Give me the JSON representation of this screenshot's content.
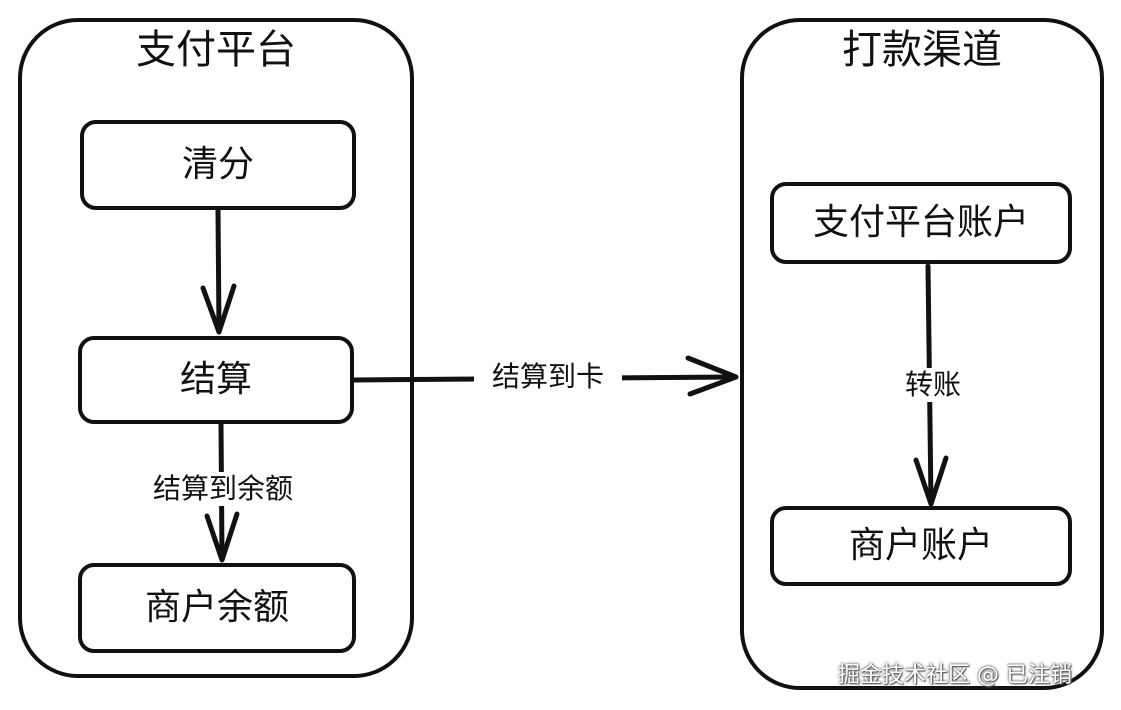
{
  "containers": {
    "left": {
      "title": "支付平台"
    },
    "right": {
      "title": "打款渠道"
    }
  },
  "nodes": {
    "clearing": "清分",
    "settlement": "结算",
    "merchant_balance": "商户余额",
    "platform_account": "支付平台账户",
    "merchant_account": "商户账户"
  },
  "edges": {
    "settle_to_balance": "结算到余额",
    "settle_to_card": "结算到卡",
    "transfer": "转账"
  },
  "watermark": "掘金技术社区 @ 已注销",
  "colors": {
    "stroke": "#111111",
    "background": "#ffffff"
  }
}
